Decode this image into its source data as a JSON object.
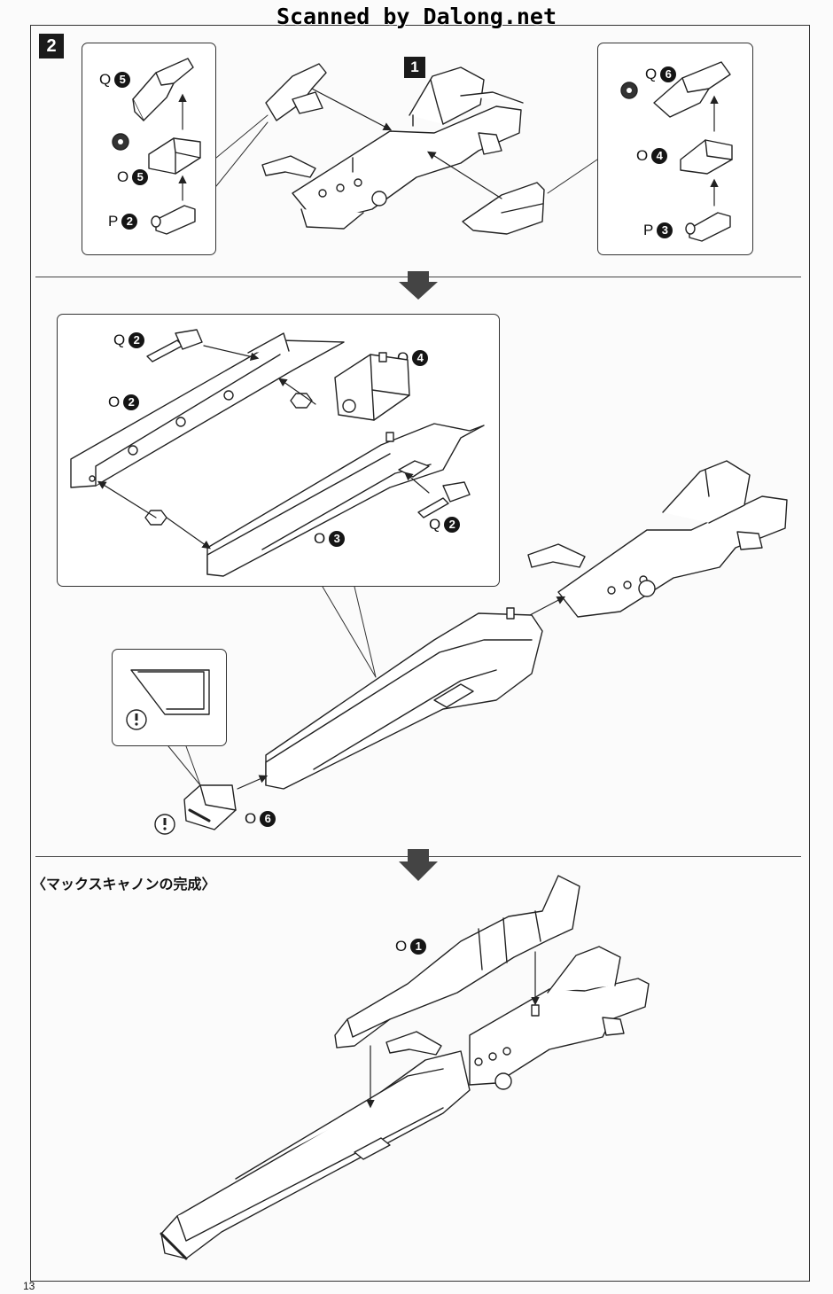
{
  "watermark": "Scanned by Dalong.net",
  "step_number": "2",
  "sub_step_number": "1",
  "labels": {
    "q5": {
      "letter": "Q",
      "num": "5"
    },
    "o5": {
      "letter": "O",
      "num": "5"
    },
    "p2": {
      "letter": "P",
      "num": "2"
    },
    "q6": {
      "letter": "Q",
      "num": "6"
    },
    "o4": {
      "letter": "O",
      "num": "4"
    },
    "p3": {
      "letter": "P",
      "num": "3"
    },
    "q2a": {
      "letter": "Q",
      "num": "2"
    },
    "o2": {
      "letter": "O",
      "num": "2"
    },
    "q4": {
      "letter": "Q",
      "num": "4"
    },
    "q2b": {
      "letter": "Q",
      "num": "2"
    },
    "o3": {
      "letter": "O",
      "num": "3"
    },
    "o6": {
      "letter": "O",
      "num": "6"
    },
    "o1": {
      "letter": "O",
      "num": "1"
    }
  },
  "hex_marks": {
    "one": "1",
    "two": "2"
  },
  "completion_title": "〈マックスキャノンの完成〉",
  "page_number": "13"
}
